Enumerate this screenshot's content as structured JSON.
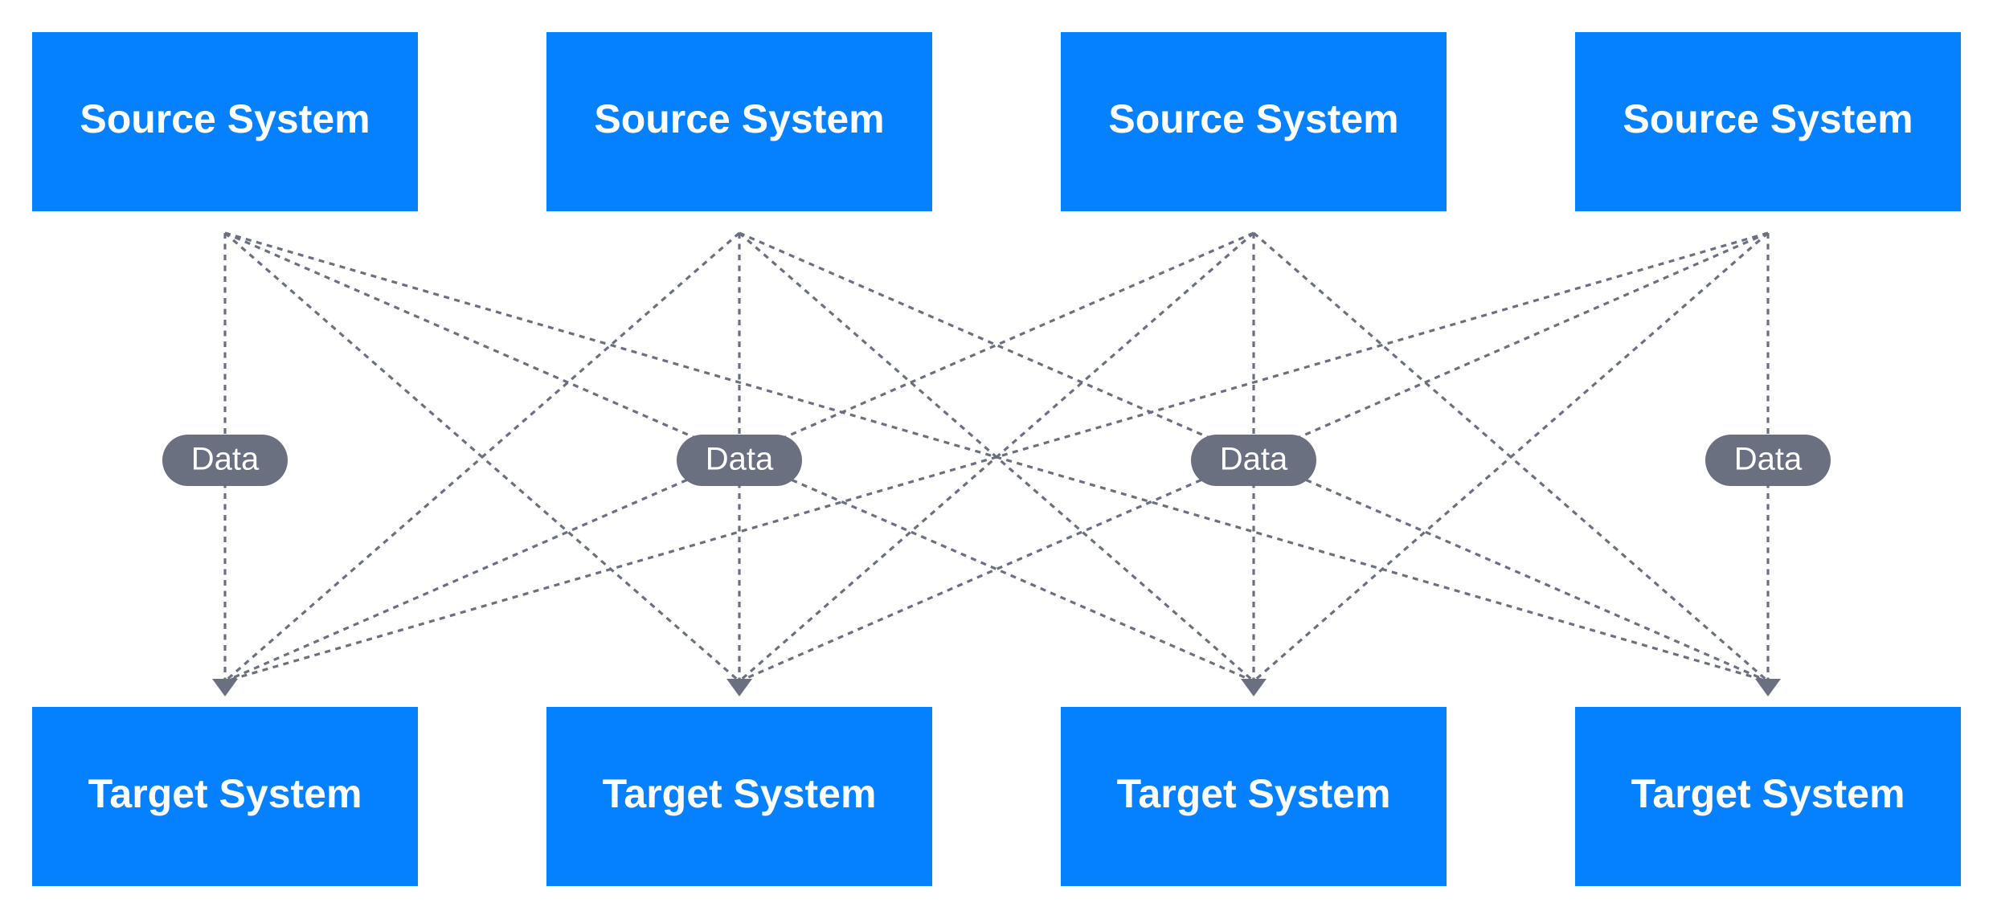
{
  "colors": {
    "box": "#0581FF",
    "connector": "#6B7080",
    "pill": "#6B7080",
    "box_text": "#FFFFFF",
    "background": "#FFFFFF"
  },
  "sources": [
    {
      "label": "Source System"
    },
    {
      "label": "Source System"
    },
    {
      "label": "Source System"
    },
    {
      "label": "Source System"
    }
  ],
  "targets": [
    {
      "label": "Target System"
    },
    {
      "label": "Target System"
    },
    {
      "label": "Target System"
    },
    {
      "label": "Target System"
    }
  ],
  "data_labels": [
    {
      "label": "Data"
    },
    {
      "label": "Data"
    },
    {
      "label": "Data"
    },
    {
      "label": "Data"
    }
  ],
  "connections": "every source connects to every target (dashed, arrow into target)"
}
